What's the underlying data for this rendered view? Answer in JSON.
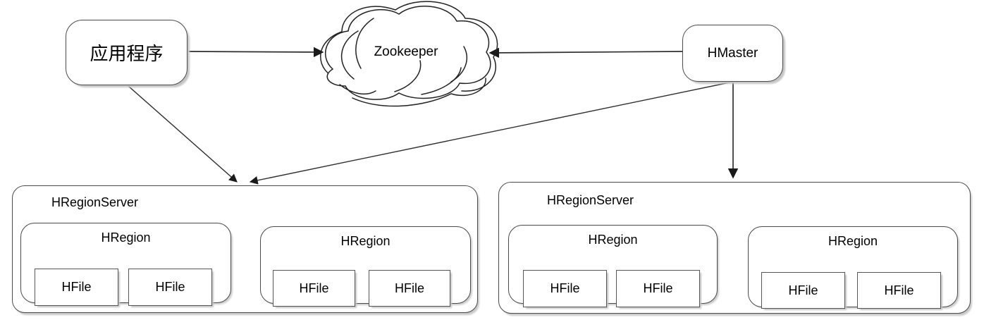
{
  "diagram": {
    "nodes": {
      "application": {
        "label": "应用程序"
      },
      "zookeeper": {
        "label": "Zookeeper"
      },
      "hmaster": {
        "label": "HMaster"
      }
    },
    "region_servers": [
      {
        "label": "HRegionServer",
        "regions": [
          {
            "label": "HRegion",
            "hfiles": [
              {
                "label": "HFile"
              },
              {
                "label": "HFile"
              }
            ]
          },
          {
            "label": "HRegion",
            "hfiles": [
              {
                "label": "HFile"
              },
              {
                "label": "HFile"
              }
            ]
          }
        ]
      },
      {
        "label": "HRegionServer",
        "regions": [
          {
            "label": "HRegion",
            "hfiles": [
              {
                "label": "HFile"
              },
              {
                "label": "HFile"
              }
            ]
          },
          {
            "label": "HRegion",
            "hfiles": [
              {
                "label": "HFile"
              },
              {
                "label": "HFile"
              }
            ]
          }
        ]
      }
    ],
    "edges": [
      {
        "from": "application",
        "to": "zookeeper",
        "arrow": "into-zookeeper"
      },
      {
        "from": "hmaster",
        "to": "zookeeper",
        "arrow": "into-zookeeper"
      },
      {
        "from": "application",
        "to": "region-server-1",
        "arrow": "into-region-server"
      },
      {
        "from": "hmaster",
        "to": "region-server-1",
        "arrow": "into-region-server"
      },
      {
        "from": "hmaster",
        "to": "region-server-2",
        "arrow": "into-region-server"
      }
    ],
    "colors": {
      "background": "#ffffff",
      "line": "#2e2e2e",
      "box_border": "#4a4a4a",
      "shadow": "#c5c5c5",
      "text": "#000000"
    }
  }
}
